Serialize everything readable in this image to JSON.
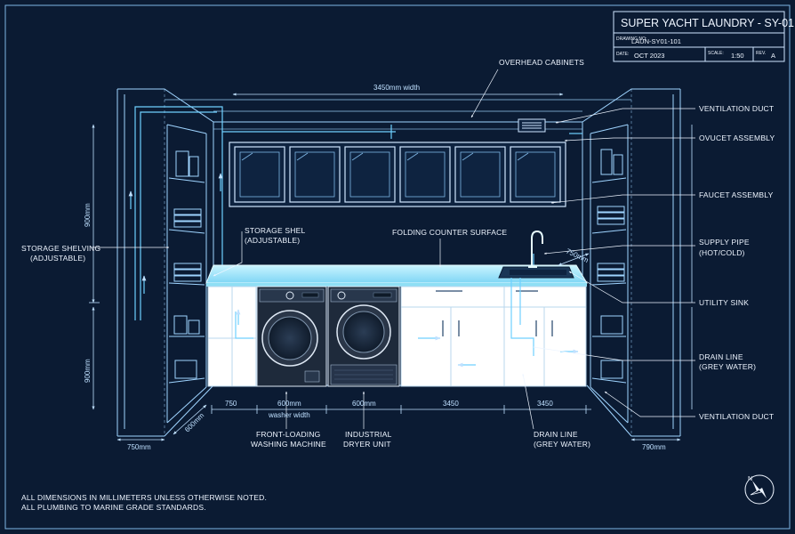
{
  "title_block": {
    "title": "SUPER YACHT LAUNDRY - SY-01",
    "drawing_no_label": "DRAWING NO:",
    "drawing_no": "LAUN-SY01-101",
    "date_label": "DATE:",
    "date": "OCT 2023",
    "scale_label": "SCALE:",
    "scale": "1:50",
    "rev_label": "REV.",
    "rev": "A"
  },
  "callouts": {
    "overhead_cabinets": "OVERHEAD CABINETS",
    "ventilation_duct_top": "VENTILATION DUCT",
    "ovucet_assembly": "OVUCET ASSEMBLY",
    "faucet_assembly": "FAUCET ASSEMBLY",
    "supply_pipe_1": "SUPPLY PIPE",
    "supply_pipe_2": "(HOT/COLD)",
    "utility_sink": "UTILITY SINK",
    "drain_line_right_1": "DRAIN LINE",
    "drain_line_right_2": "(GREY WATER)",
    "ventilation_duct_bottom": "VENTILATION DUCT",
    "storage_shelving_1": "STORAGE SHELVING",
    "storage_shelving_2": "(ADJUSTABLE)",
    "storage_shel_1": "STORAGE SHEL",
    "storage_shel_2": "(ADJUSTABLE)",
    "folding_counter": "FOLDING COUNTER SURFACE",
    "washer_1": "FRONT-LOADING",
    "washer_2": "WASHING MACHINE",
    "dryer_1": "INDUSTRIAL",
    "dryer_2": "DRYER UNIT",
    "drain_line_bottom_1": "DRAIN LINE",
    "drain_line_bottom_2": "(GREY WATER)"
  },
  "dimensions": {
    "overall_width": "3450mm width",
    "left_height_upper": "900mm",
    "left_height_lower": "900mm",
    "counter_depth": "750mm",
    "bottom_750": "750",
    "washer_600": "600mm",
    "washer_width": "washer width",
    "dryer_600": "600mm",
    "cab_3450_a": "3450",
    "cab_3450_b": "3450",
    "left_750mm": "750mm",
    "left_depth_600": "600mm",
    "right_790mm": "790mm"
  },
  "notes": {
    "line1": "ALL DIMENSIONS IN MILLIMETERS UNLESS OTHERWISE NOTED.",
    "line2": "ALL PLUMBING TO MARINE GRADE STANDARDS."
  },
  "compass": {
    "north_label": "N"
  },
  "colors": {
    "background": "#0b1b33",
    "line": "#9fd4ff",
    "accent": "#6fd0ff",
    "counter": "#a9ecff",
    "cabinet_face": "#ffffff"
  }
}
